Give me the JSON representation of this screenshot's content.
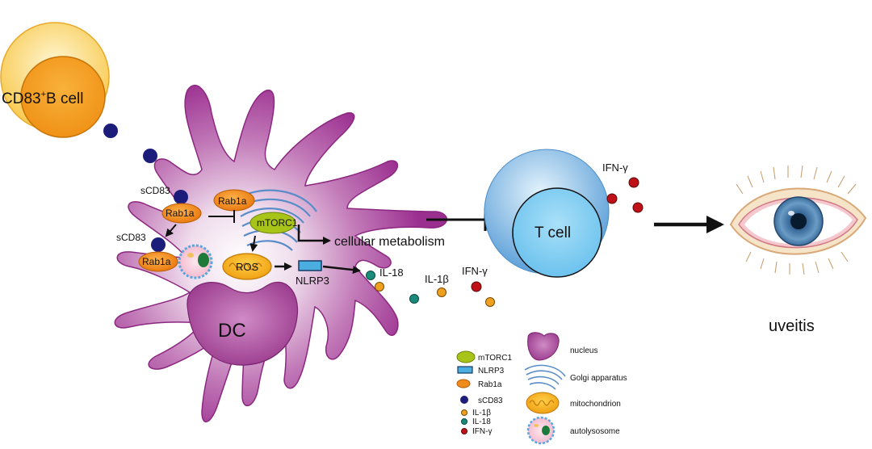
{
  "bcell": {
    "label": "CD83",
    "sup": "+",
    "suffix": "B cell"
  },
  "dc": {
    "label": "DC",
    "scd83_top": "sCD83",
    "scd83_bottom": "sCD83",
    "rab1a_left": "Rab1a",
    "rab1a_top": "Rab1a",
    "rab1a_bottom": "Rab1a",
    "mtorc1": "mTORC1",
    "ros": "ROS",
    "nlrp3": "NLRP3",
    "cellular_metabolism": "cellular metabolism"
  },
  "cytokines": {
    "il18": "IL-18",
    "il1b": "IL-1β",
    "ifng_mid": "IFN-γ",
    "ifng_top": "IFN-γ"
  },
  "tcell": {
    "label": "T cell"
  },
  "uveitis": {
    "label": "uveitis"
  },
  "legend": {
    "mtorc1": "mTORC1",
    "nlrp3": "NLRP3",
    "rab1a": "Rab1a",
    "scd83": "sCD83",
    "il1b": "IL-1β",
    "il18": "IL-18",
    "ifng": "IFN-γ",
    "nucleus": "nucleus",
    "golgi": "Golgi apparatus",
    "mito": "mitochondrion",
    "autolysosome": "autolysosome"
  },
  "colors": {
    "dc_fill": "#a63a98",
    "dc_center": "#f6eef5",
    "nucleus": "#b656a3",
    "bcell_outer": "#fbd36b",
    "bcell_inner": "#f6a024",
    "tcell_outer": "#7fb7e6",
    "tcell_inner": "#8fd0f2",
    "scd83": "#1c1c7a",
    "rab1a": "#f08c1c",
    "mtorc1": "#a8c418",
    "nlrp3": "#4aaee0",
    "il18": "#1a8a7a",
    "il1b": "#f0a020",
    "ifng": "#c01018"
  }
}
